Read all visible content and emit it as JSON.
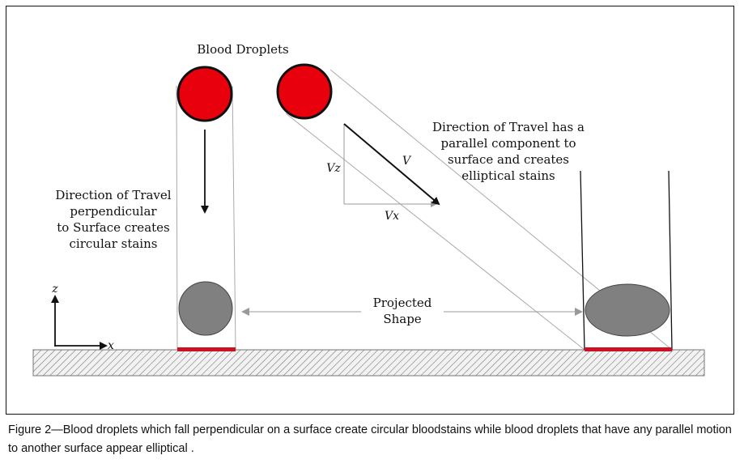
{
  "diagram": {
    "title": "Blood Droplets",
    "left_label": [
      "Direction of Travel",
      "perpendicular",
      "to Surface creates",
      "circular stains"
    ],
    "right_label": [
      "Direction of Travel has a",
      "parallel component to",
      "surface and creates",
      "elliptical stains"
    ],
    "projected_label": [
      "Projected",
      "Shape"
    ],
    "vector_labels": {
      "v": "V",
      "vz": "Vz",
      "vx": "Vx"
    },
    "axis_labels": {
      "z": "z",
      "x": "x"
    }
  },
  "caption": "Figure 2—Blood droplets which fall perpendicular on a surface create circular bloodstains while blood droplets that have any parallel motion to another surface appear elliptical .",
  "colors": {
    "droplet": "#e8000c",
    "stain": "#808080",
    "surface_mark": "#cc1122"
  }
}
